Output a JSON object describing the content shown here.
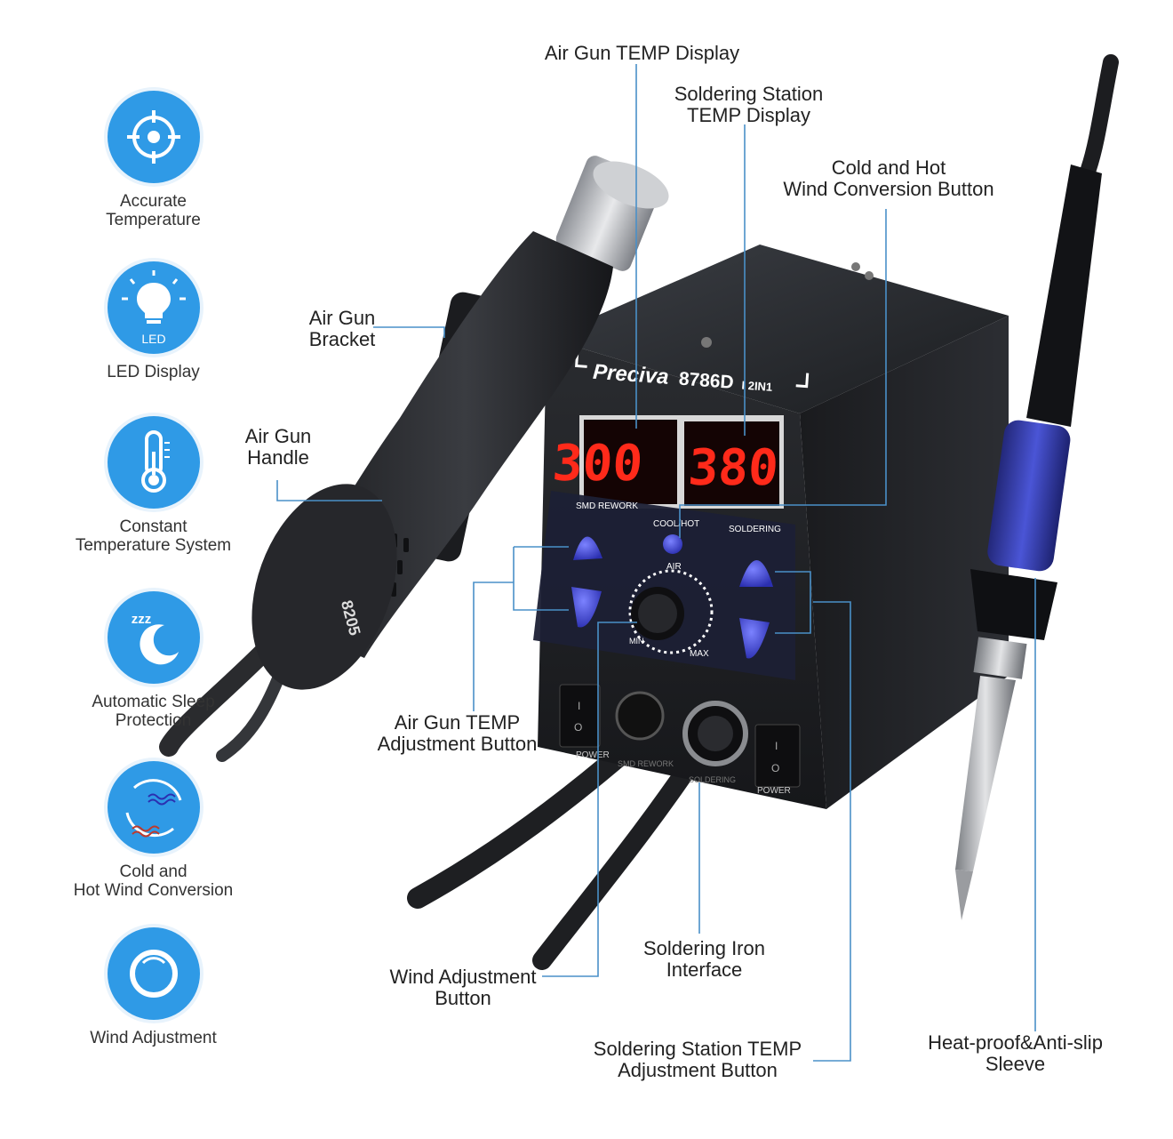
{
  "features": [
    {
      "icon": "crosshair-icon",
      "label": "Accurate\nTemperature"
    },
    {
      "icon": "lightbulb-icon",
      "icon_text": "LED",
      "label": "LED Display"
    },
    {
      "icon": "thermometer-icon",
      "label": "Constant\nTemperature System"
    },
    {
      "icon": "moon-sleep-icon",
      "icon_text": "zzz",
      "label": "Automatic Sleep\nProtection"
    },
    {
      "icon": "airflow-cycle-icon",
      "label": "Cold and\nHot Wind Conversion"
    },
    {
      "icon": "ring-icon",
      "label": "Wind Adjustment"
    }
  ],
  "callouts": {
    "air_gun_temp_display": "Air Gun TEMP Display",
    "soldering_station_temp_display": "Soldering Station\nTEMP Display",
    "cold_hot_button": "Cold and Hot\nWind Conversion Button",
    "air_gun_bracket": "Air Gun\nBracket",
    "air_gun_handle": "Air Gun\nHandle",
    "air_gun_temp_adjust": "Air Gun TEMP\nAdjustment Button",
    "soldering_iron_interface": "Soldering Iron\nInterface",
    "wind_adjust_button": "Wind Adjustment\nButton",
    "soldering_station_temp_adjust": "Soldering Station TEMP\nAdjustment Button",
    "sleeve": "Heat-proof&Anti-slip\nSleeve"
  },
  "device": {
    "brand": "Preciva",
    "model": "8786D",
    "model_suffix": "I 2IN1",
    "air_temp": "300",
    "iron_temp": "380",
    "panel_smd": "SMD REWORK",
    "panel_coolhot": "COOL/HOT",
    "panel_soldering": "SOLDERING",
    "knob_air": "AIR",
    "knob_min": "MIN",
    "knob_max": "MAX",
    "power_left": "POWER",
    "power_right": "POWER",
    "port_left": "SMD REWORK",
    "port_right": "SOLDERING",
    "gun_model": "8205",
    "switch_on": "I",
    "switch_off": "O"
  },
  "colors": {
    "accent": "#2f9ae6",
    "leader": "#4a90c8",
    "display": "#ff2a1a",
    "button": "#3e3ed0"
  }
}
